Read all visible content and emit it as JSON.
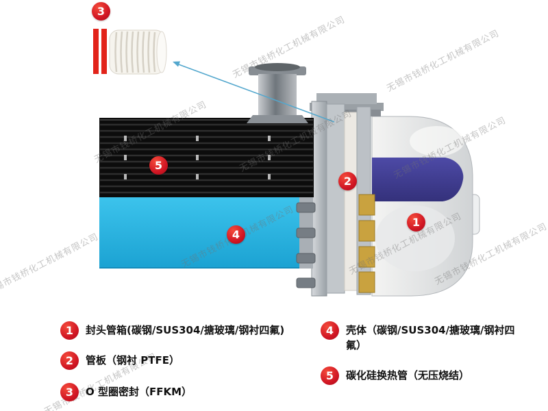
{
  "watermark": {
    "text": "无锡市钱桥化工机械有限公司"
  },
  "colors": {
    "callout_red": "#d01523",
    "shell_cyan": "#2ab7e4",
    "lining_navy": "#413e8f",
    "brass_yellow": "#c9a23f",
    "tube_black": "#0c0c0c",
    "metal_gray": "#9aa0a6"
  },
  "callouts": [
    {
      "num": "1"
    },
    {
      "num": "2"
    },
    {
      "num": "3"
    },
    {
      "num": "4"
    },
    {
      "num": "5"
    }
  ],
  "legend": {
    "left": [
      {
        "num": "1",
        "label": "封头管箱(碳钢/SUS304/搪玻璃/钢衬四氟)"
      },
      {
        "num": "2",
        "label": "管板（钢衬 PTFE）"
      },
      {
        "num": "3",
        "label": "O 型圈密封（FFKM）"
      }
    ],
    "right": [
      {
        "num": "4",
        "label": "壳体（碳钢/SUS304/搪玻璃/钢衬四氟）"
      },
      {
        "num": "5",
        "label": "碳化硅换热管（无压烧结）"
      }
    ]
  }
}
